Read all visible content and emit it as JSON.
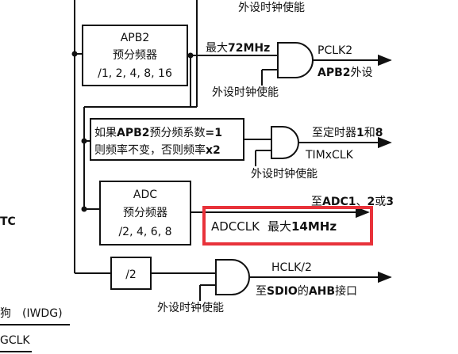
{
  "colors": {
    "line": "#111111",
    "highlight": "#e8323a",
    "background": "#ffffff"
  },
  "top_label": "外设时钟使能",
  "apb2_prescaler": {
    "title": "APB2",
    "name": "预分频器",
    "options": "/1, 2, 4, 8, 16"
  },
  "apb2_path": {
    "max_label_prefix": "最大",
    "max_label_value": "72MHz",
    "enable_label": "外设时钟使能",
    "out_signal": "PCLK2",
    "out_dest_bold": "APB2",
    "out_dest_rest": "外设"
  },
  "timer_mult": {
    "line1_pre": "如果",
    "line1_bold": "APB2",
    "line1_mid": "预分频系数",
    "line1_tail": "=1",
    "line2_pre": "则频率不变，否则频率",
    "line2_tail": "x2"
  },
  "timer_path": {
    "dest_pre": "至定时器",
    "dest_1": "1",
    "dest_and": "和",
    "dest_8": "8",
    "signal": "TIMxCLK",
    "enable_label": "外设时钟使能"
  },
  "adc_prescaler": {
    "title": "ADC",
    "name": "预分频器",
    "options": "/2, 4, 6, 8"
  },
  "adc_path": {
    "dest_pre": "至",
    "dest_adc1": "ADC1",
    "dest_sep": "、",
    "dest_2": "2",
    "dest_or": "或",
    "dest_3": "3",
    "highlight_signal": "ADCCLK",
    "highlight_max_prefix": "最大",
    "highlight_max_value": "14MHz"
  },
  "sdio_path": {
    "divider": "/2",
    "signal": "HCLK/2",
    "dest_pre": "至",
    "dest_sdio": "SDIO",
    "dest_of": "的",
    "dest_ahb": "AHB",
    "dest_tail": "接口",
    "enable_label": "外设时钟使能"
  },
  "left_edge": {
    "tc_fragment": "TC",
    "iwdg_fragment": "狗",
    "iwdg_paren": "(IWDG)",
    "gclk_fragment": "GCLK"
  }
}
